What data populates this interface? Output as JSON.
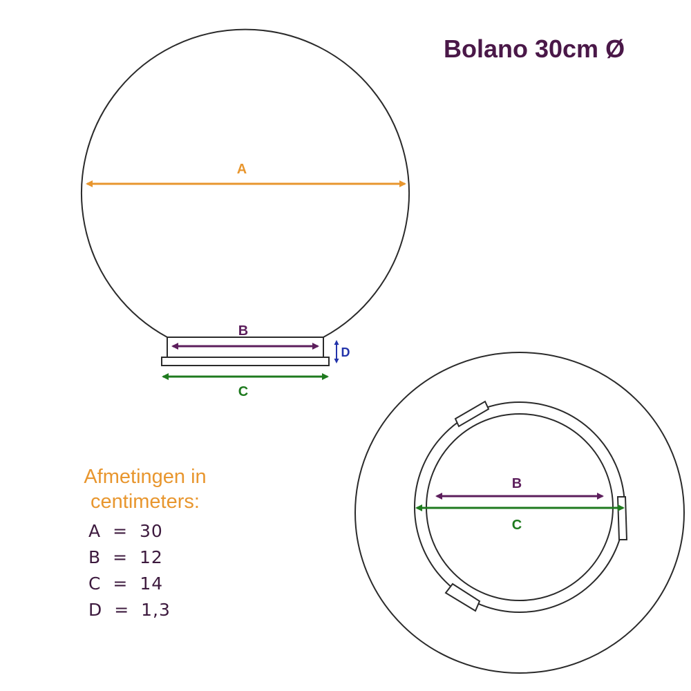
{
  "title": "Bolano 30cm Ø",
  "labels": {
    "a": "A",
    "b": "B",
    "c": "C",
    "d": "D"
  },
  "legend": {
    "heading_line1": "Afmetingen in",
    "heading_line2": "centimeters:",
    "items": [
      {
        "key": "A",
        "eq": "=",
        "value": "30"
      },
      {
        "key": "B",
        "eq": "=",
        "value": "12"
      },
      {
        "key": "C",
        "eq": "=",
        "value": "14"
      },
      {
        "key": "D",
        "eq": "=",
        "value": "1,3"
      }
    ]
  },
  "colors": {
    "outline": "#2a2a2a",
    "a_arrow": "#e8962e",
    "b_arrow": "#5c1e5c",
    "c_arrow": "#1e7a1e",
    "d_arrow": "#2233aa",
    "title": "#4a1848",
    "heading": "#e8962e",
    "values": "#3d1a3e"
  }
}
